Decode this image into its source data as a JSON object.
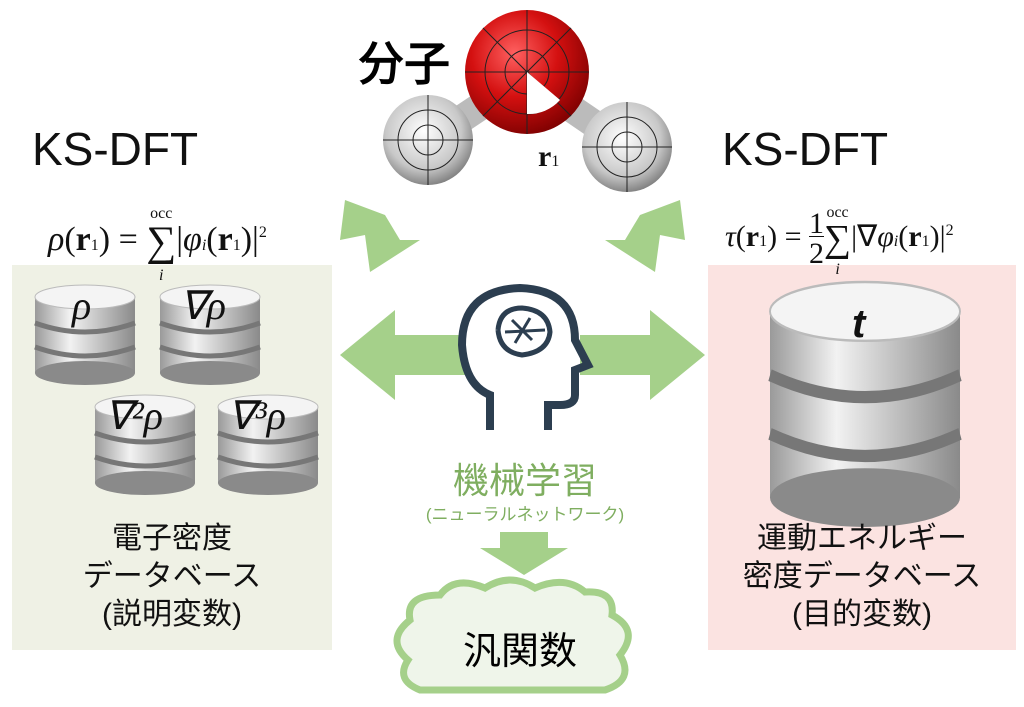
{
  "molecule": {
    "title": "分子",
    "position_label": "r",
    "position_sub": "1"
  },
  "left": {
    "method": "KS-DFT",
    "formula": {
      "lhs": "ρ",
      "r": "r",
      "sub": "1",
      "sum_top": "occ",
      "sum_bottom": "i",
      "phi": "φ",
      "phi_sub": "i",
      "power": "2"
    },
    "databases": [
      "ρ",
      "∇ρ",
      "∇²ρ",
      "∇³ρ"
    ],
    "label_lines": [
      "電子密度",
      "データベース",
      "(説明変数)"
    ]
  },
  "right": {
    "method": "KS-DFT",
    "formula": {
      "lhs": "τ",
      "r": "r",
      "sub": "1",
      "frac_num": "1",
      "frac_den": "2",
      "sum_top": "occ",
      "sum_bottom": "i",
      "nabla": "∇",
      "phi": "φ",
      "phi_sub": "i",
      "power": "2"
    },
    "database": "t",
    "label_lines": [
      "運動エネルギー",
      "密度データベース",
      "(目的変数)"
    ]
  },
  "center": {
    "title": "機械学習",
    "subtitle": "(ニューラルネットワーク)",
    "output": "汎関数"
  },
  "colors": {
    "green": "#a5d08a",
    "red": "#d21010",
    "left_bg": "#eff1e5",
    "right_bg": "#fbe3e1"
  }
}
